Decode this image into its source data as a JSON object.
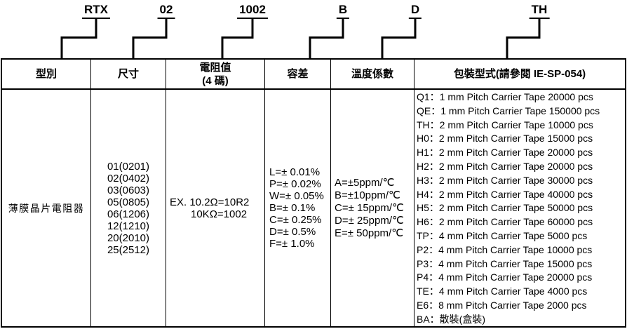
{
  "page": {
    "background_color": "#ffffff",
    "ink_color": "#000000"
  },
  "part_code": {
    "segments": [
      "RTX",
      "02",
      "1002",
      "B",
      "D",
      "TH"
    ]
  },
  "table": {
    "headers": {
      "type": "型別",
      "size": "尺寸",
      "resistance": "電阻值",
      "resistance_sub": "(4 碼)",
      "tolerance": "容差",
      "tcr": "溫度係數",
      "packaging": "包裝型式(請參閱 IE-SP-054)"
    },
    "type_value": "薄膜晶片電阻器",
    "size_options": [
      "01(0201)",
      "02(0402)",
      "03(0603)",
      "05(0805)",
      "06(1206)",
      "12(1210)",
      "20(2010)",
      "25(2512)"
    ],
    "resistance_example": {
      "line1": "EX. 10.2Ω=10R2",
      "line2": "10KΩ=1002"
    },
    "tolerance_options": [
      "L=± 0.01%",
      "P=± 0.02%",
      "W=± 0.05%",
      "B=± 0.1%",
      "C=± 0.25%",
      "D=± 0.5%",
      "F=± 1.0%"
    ],
    "tcr_options": [
      "A=±5ppm/℃",
      "B=±10ppm/℃",
      "C=± 15ppm/℃",
      "D=± 25ppm/℃",
      "E=± 50ppm/℃"
    ],
    "packaging_options": [
      "Q1：1 mm Pitch Carrier Tape 20000 pcs",
      "QE：1 mm Pitch Carrier Tape 150000 pcs",
      "TH：2 mm Pitch Carrier Tape 10000 pcs",
      "H0：2 mm Pitch Carrier Tape 15000 pcs",
      "H1：2 mm Pitch Carrier Tape 20000 pcs",
      "H2：2 mm Pitch Carrier Tape 20000 pcs",
      "H3：2 mm Pitch Carrier Tape 30000 pcs",
      "H4：2 mm Pitch Carrier Tape 40000 pcs",
      "H5：2 mm Pitch Carrier Tape 50000 pcs",
      "H6：2 mm Pitch Carrier Tape 60000 pcs",
      "TP：4 mm Pitch Carrier Tape 5000 pcs",
      "P2：4 mm Pitch Carrier Tape 10000 pcs",
      "P3：4 mm Pitch Carrier Tape 15000 pcs",
      "P4：4 mm Pitch Carrier Tape 20000 pcs",
      "TE：4 mm Pitch Carrier Tape 4000 pcs",
      "E6：8 mm Pitch Carrier Tape 2000 pcs",
      "BA：散裝(盒裝)"
    ]
  }
}
